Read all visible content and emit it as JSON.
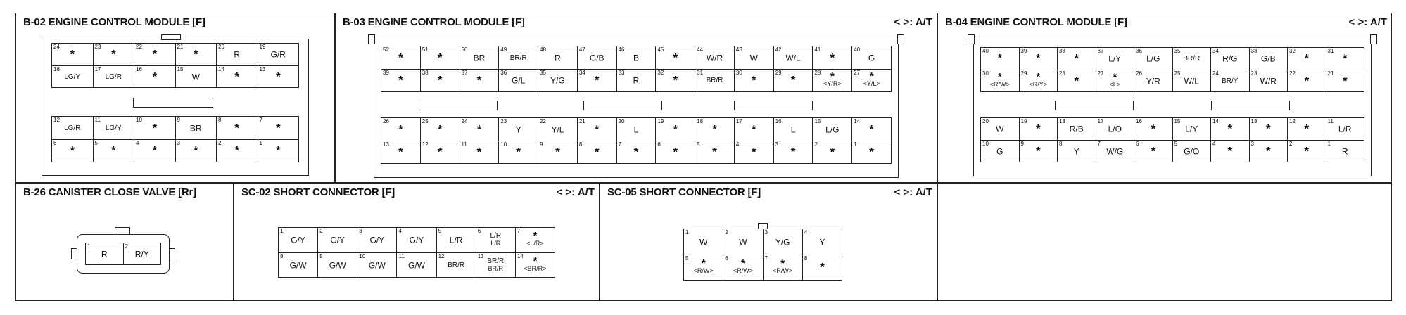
{
  "panels": {
    "b02": {
      "title": "B-02 ENGINE CONTROL MODULE [F]",
      "legend": ""
    },
    "b03": {
      "title": "B-03 ENGINE CONTROL MODULE [F]",
      "legend": "< >: A/T"
    },
    "b04": {
      "title": "B-04 ENGINE CONTROL MODULE [F]",
      "legend": "< >: A/T"
    },
    "b26": {
      "title": "B-26 CANISTER CLOSE VALVE [Rr]",
      "legend": ""
    },
    "sc02": {
      "title": "SC-02 SHORT CONNECTOR [F]",
      "legend": "< >: A/T"
    },
    "sc05": {
      "title": "SC-05 SHORT CONNECTOR [F]",
      "legend": "< >: A/T"
    }
  },
  "connectors": {
    "b02": {
      "top": [
        [
          {
            "n": "24",
            "c": "*"
          },
          {
            "n": "23",
            "c": "*"
          },
          {
            "n": "22",
            "c": "*"
          },
          {
            "n": "21",
            "c": "*"
          },
          {
            "n": "20",
            "c": "R"
          },
          {
            "n": "19",
            "c": "G/R"
          }
        ],
        [
          {
            "n": "18",
            "c": "LG/Y"
          },
          {
            "n": "17",
            "c": "LG/R"
          },
          {
            "n": "16",
            "c": "*"
          },
          {
            "n": "15",
            "c": "W"
          },
          {
            "n": "14",
            "c": "*"
          },
          {
            "n": "13",
            "c": "*"
          }
        ]
      ],
      "bottom": [
        [
          {
            "n": "12",
            "c": "LG/R"
          },
          {
            "n": "11",
            "c": "LG/Y"
          },
          {
            "n": "10",
            "c": "*"
          },
          {
            "n": "9",
            "c": "BR"
          },
          {
            "n": "8",
            "c": "*"
          },
          {
            "n": "7",
            "c": "*"
          }
        ],
        [
          {
            "n": "6",
            "c": "*"
          },
          {
            "n": "5",
            "c": "*"
          },
          {
            "n": "4",
            "c": "*"
          },
          {
            "n": "3",
            "c": "*"
          },
          {
            "n": "2",
            "c": "*"
          },
          {
            "n": "1",
            "c": "*"
          }
        ]
      ]
    },
    "b03": {
      "top": [
        [
          {
            "n": "52",
            "c": "*"
          },
          {
            "n": "51",
            "c": "*"
          },
          {
            "n": "50",
            "c": "BR"
          },
          {
            "n": "49",
            "c": "BR/R"
          },
          {
            "n": "48",
            "c": "R"
          },
          {
            "n": "47",
            "c": "G/B"
          },
          {
            "n": "46",
            "c": "B"
          },
          {
            "n": "45",
            "c": "*"
          },
          {
            "n": "44",
            "c": "W/R"
          },
          {
            "n": "43",
            "c": "W"
          },
          {
            "n": "42",
            "c": "W/L"
          },
          {
            "n": "41",
            "c": "*"
          },
          {
            "n": "40",
            "c": "G"
          }
        ],
        [
          {
            "n": "39",
            "c": "*"
          },
          {
            "n": "38",
            "c": "*"
          },
          {
            "n": "37",
            "c": "*"
          },
          {
            "n": "36",
            "c": "G/L"
          },
          {
            "n": "35",
            "c": "Y/G"
          },
          {
            "n": "34",
            "c": "*"
          },
          {
            "n": "33",
            "c": "R"
          },
          {
            "n": "32",
            "c": "*"
          },
          {
            "n": "31",
            "c": "BR/R"
          },
          {
            "n": "30",
            "c": "*"
          },
          {
            "n": "29",
            "c": "*"
          },
          {
            "n": "28",
            "c": "*",
            "s": "<Y/R>"
          },
          {
            "n": "27",
            "c": "*",
            "s": "<Y/L>"
          }
        ]
      ],
      "bottom": [
        [
          {
            "n": "26",
            "c": "*"
          },
          {
            "n": "25",
            "c": "*"
          },
          {
            "n": "24",
            "c": "*"
          },
          {
            "n": "23",
            "c": "Y"
          },
          {
            "n": "22",
            "c": "Y/L"
          },
          {
            "n": "21",
            "c": "*"
          },
          {
            "n": "20",
            "c": "L"
          },
          {
            "n": "19",
            "c": "*"
          },
          {
            "n": "18",
            "c": "*"
          },
          {
            "n": "17",
            "c": "*"
          },
          {
            "n": "16",
            "c": "L"
          },
          {
            "n": "15",
            "c": "L/G"
          },
          {
            "n": "14",
            "c": "*"
          }
        ],
        [
          {
            "n": "13",
            "c": "*"
          },
          {
            "n": "12",
            "c": "*"
          },
          {
            "n": "11",
            "c": "*"
          },
          {
            "n": "10",
            "c": "*"
          },
          {
            "n": "9",
            "c": "*"
          },
          {
            "n": "8",
            "c": "*"
          },
          {
            "n": "7",
            "c": "*"
          },
          {
            "n": "6",
            "c": "*"
          },
          {
            "n": "5",
            "c": "*"
          },
          {
            "n": "4",
            "c": "*"
          },
          {
            "n": "3",
            "c": "*"
          },
          {
            "n": "2",
            "c": "*"
          },
          {
            "n": "1",
            "c": "*"
          }
        ]
      ]
    },
    "b04": {
      "top": [
        [
          {
            "n": "40",
            "c": "*"
          },
          {
            "n": "39",
            "c": "*"
          },
          {
            "n": "38",
            "c": "*"
          },
          {
            "n": "37",
            "c": "L/Y"
          },
          {
            "n": "36",
            "c": "L/G"
          },
          {
            "n": "35",
            "c": "BR/R"
          },
          {
            "n": "34",
            "c": "R/G"
          },
          {
            "n": "33",
            "c": "G/B"
          },
          {
            "n": "32",
            "c": "*"
          },
          {
            "n": "31",
            "c": "*"
          }
        ],
        [
          {
            "n": "30",
            "c": "*",
            "s": "<R/W>"
          },
          {
            "n": "29",
            "c": "*",
            "s": "<R/Y>"
          },
          {
            "n": "28",
            "c": "*"
          },
          {
            "n": "27",
            "c": "*",
            "s": "<L>"
          },
          {
            "n": "26",
            "c": "Y/R"
          },
          {
            "n": "25",
            "c": "W/L"
          },
          {
            "n": "24",
            "c": "BR/Y"
          },
          {
            "n": "23",
            "c": "W/R"
          },
          {
            "n": "22",
            "c": "*"
          },
          {
            "n": "21",
            "c": "*"
          }
        ]
      ],
      "bottom": [
        [
          {
            "n": "20",
            "c": "W"
          },
          {
            "n": "19",
            "c": "*"
          },
          {
            "n": "18",
            "c": "R/B"
          },
          {
            "n": "17",
            "c": "L/O"
          },
          {
            "n": "16",
            "c": "*"
          },
          {
            "n": "15",
            "c": "L/Y"
          },
          {
            "n": "14",
            "c": "*"
          },
          {
            "n": "13",
            "c": "*"
          },
          {
            "n": "12",
            "c": "*"
          },
          {
            "n": "11",
            "c": "L/R"
          }
        ],
        [
          {
            "n": "10",
            "c": "G"
          },
          {
            "n": "9",
            "c": "*"
          },
          {
            "n": "8",
            "c": "Y"
          },
          {
            "n": "7",
            "c": "W/G"
          },
          {
            "n": "6",
            "c": "*"
          },
          {
            "n": "5",
            "c": "G/O"
          },
          {
            "n": "4",
            "c": "*"
          },
          {
            "n": "3",
            "c": "*"
          },
          {
            "n": "2",
            "c": "*"
          },
          {
            "n": "1",
            "c": "R"
          }
        ]
      ]
    },
    "b26": {
      "rows": [
        [
          {
            "n": "1",
            "c": "R"
          },
          {
            "n": "2",
            "c": "R/Y"
          }
        ]
      ]
    },
    "sc02": {
      "rows": [
        [
          {
            "n": "1",
            "c": "G/Y"
          },
          {
            "n": "2",
            "c": "G/Y"
          },
          {
            "n": "3",
            "c": "G/Y"
          },
          {
            "n": "4",
            "c": "G/Y"
          },
          {
            "n": "5",
            "c": "L/R"
          },
          {
            "n": "6",
            "c": "L/R",
            "s": "L/R"
          },
          {
            "n": "7",
            "c": "*",
            "s": "<L/R>"
          }
        ],
        [
          {
            "n": "8",
            "c": "G/W"
          },
          {
            "n": "9",
            "c": "G/W"
          },
          {
            "n": "10",
            "c": "G/W"
          },
          {
            "n": "11",
            "c": "G/W"
          },
          {
            "n": "12",
            "c": "BR/R"
          },
          {
            "n": "13",
            "c": "BR/R",
            "s": "BR/R"
          },
          {
            "n": "14",
            "c": "*",
            "s": "<BR/R>"
          }
        ]
      ]
    },
    "sc05": {
      "rows": [
        [
          {
            "n": "1",
            "c": "W"
          },
          {
            "n": "2",
            "c": "W"
          },
          {
            "n": "3",
            "c": "Y/G"
          },
          {
            "n": "4",
            "c": "Y"
          }
        ],
        [
          {
            "n": "5",
            "c": "*",
            "s": "<R/W>"
          },
          {
            "n": "6",
            "c": "*",
            "s": "<R/W>"
          },
          {
            "n": "7",
            "c": "*",
            "s": "<R/W>"
          },
          {
            "n": "8",
            "c": "*"
          }
        ]
      ]
    }
  }
}
